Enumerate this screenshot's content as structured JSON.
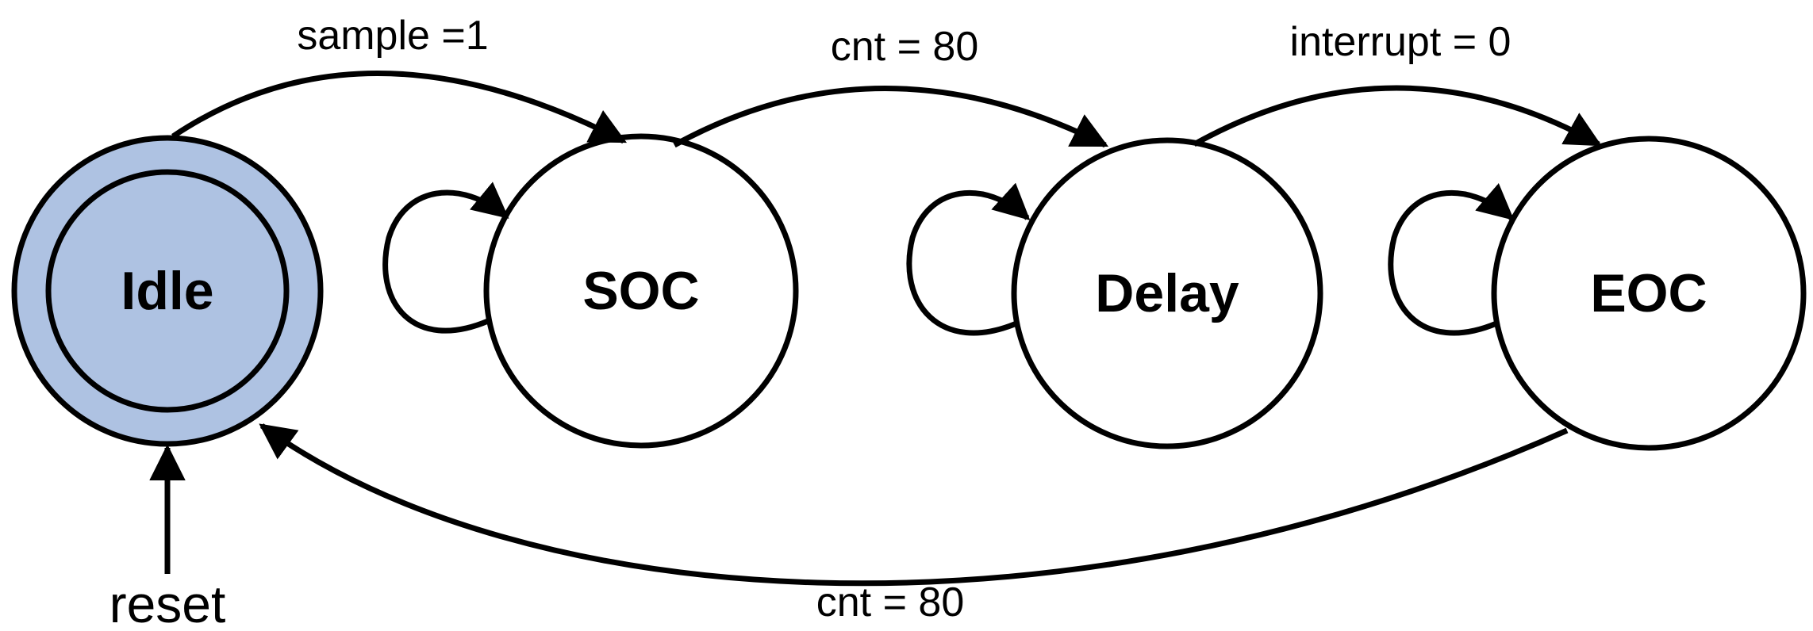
{
  "diagram": {
    "states": [
      {
        "id": "idle",
        "label": "Idle",
        "initial": true
      },
      {
        "id": "soc",
        "label": "SOC",
        "initial": false
      },
      {
        "id": "delay",
        "label": "Delay",
        "initial": false
      },
      {
        "id": "eoc",
        "label": "EOC",
        "initial": false
      }
    ],
    "transitions": [
      {
        "from": "idle",
        "to": "soc",
        "label": "sample =1"
      },
      {
        "from": "soc",
        "to": "delay",
        "label": "cnt = 80"
      },
      {
        "from": "delay",
        "to": "eoc",
        "label": "interrupt = 0"
      },
      {
        "from": "eoc",
        "to": "idle",
        "label": "cnt = 80"
      },
      {
        "from": "soc",
        "to": "soc",
        "label": ""
      },
      {
        "from": "delay",
        "to": "delay",
        "label": ""
      },
      {
        "from": "eoc",
        "to": "eoc",
        "label": ""
      }
    ],
    "reset_label": "reset"
  },
  "colors": {
    "initial_state_fill": "#aec2e2",
    "state_fill": "#ffffff",
    "stroke": "#000000"
  }
}
